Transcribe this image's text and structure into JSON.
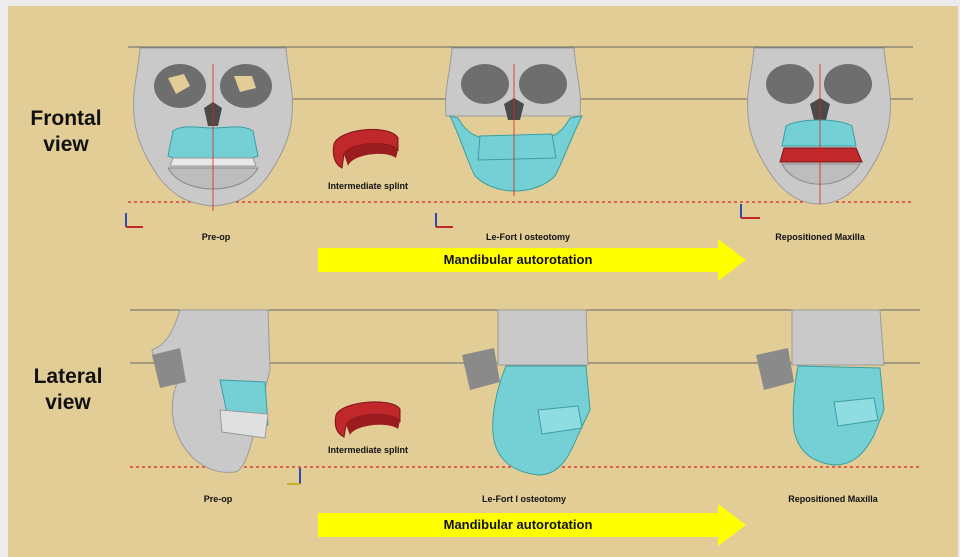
{
  "rows": {
    "frontal": {
      "title_line1": "Frontal",
      "title_line2": "view",
      "captions": {
        "preop": "Pre-op",
        "splint": "Intermediate splint",
        "osteotomy": "Le-Fort I osteotomy",
        "repositioned": "Repositioned Maxilla"
      },
      "arrow_label": "Mandibular autorotation"
    },
    "lateral": {
      "title_line1": "Lateral",
      "title_line2": "view",
      "captions": {
        "preop": "Pre-op",
        "splint": "Intermediate splint",
        "osteotomy": "Le-Fort I osteotomy",
        "repositioned": "Repositioned Maxilla"
      },
      "arrow_label": "Mandibular autorotation"
    }
  },
  "colors": {
    "background": "#e3cd97",
    "bone": "#c9c9c9",
    "maxilla": "#74d0d4",
    "splint": "#c0282b",
    "arrow": "#ffff00",
    "reference_line": "#e02020"
  }
}
